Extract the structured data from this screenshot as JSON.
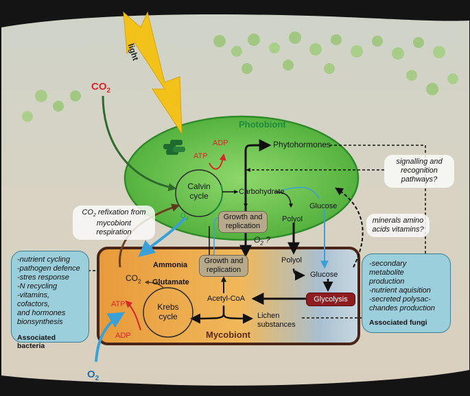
{
  "labels": {
    "light": "light",
    "co2_in": "CO",
    "co2_sub": "2",
    "photobiont": "Photobiont",
    "adp_top": "ADP",
    "atp_top": "ATP",
    "phytohormones": "Phytohormones",
    "calvin_cycle": "Calvin cycle",
    "carbohydrate": "Carbohydrate",
    "glucose_photo": "Glucose",
    "o2_photo": "O",
    "o2_photo_sub": "2",
    "growth_replication_photo": "Growth and replication",
    "polyol_photo": "Polyol",
    "o2_question": "O",
    "o2_question_sub": "2",
    "o2_question_mark": "?",
    "growth_replication_myco": "Growth and replication",
    "polyol_myco": "Polyol",
    "glucose_myco": "Glucose",
    "glycolysis": "Glycolysis",
    "acetyl_coa": "Acetyl-CoA",
    "ammonia": "Ammonia",
    "glutamate": "Glutamate",
    "co2_myco": "CO",
    "co2_myco_sub": "2",
    "atp_bottom": "ATP",
    "adp_bottom": "ADP",
    "krebs_cycle": "Krebs cycle",
    "lichen_substances": "Lichen substances",
    "mycobiont": "Mycobiont",
    "o2_in": "O",
    "o2_in_sub": "2"
  },
  "notes": {
    "signalling": "signalling and recognition pathways?",
    "minerals": "minerals amino acids vitamins?",
    "co2_refixation_pre": "CO",
    "co2_refixation_sub": "2",
    "co2_refixation_rest": " refixation from mycobiont respiration"
  },
  "bacteria_box": {
    "items": [
      "-nutrient cycling",
      "-pathogen defence",
      "-stres response",
      "-N  recycling",
      "-vitamins, cofactors,",
      "  and hormones",
      "bionsynthesis"
    ],
    "title": "Associated bacteria"
  },
  "fungi_box": {
    "items": [
      "-secondary metabolite",
      "  production",
      "-nutrient aquisition",
      "-secreted polysac-",
      "  chandes production"
    ],
    "title": "Associated fungi"
  },
  "colors": {
    "photobiont_fill": "#6cc44a",
    "photobiont_edge": "#2f8a2a",
    "mycobiont_fill": "#e8a64a",
    "mycobiont_edge": "#5a2a1a",
    "side_box": "#9ccfdc",
    "glycolysis_fill": "#8e1d22",
    "light_arrow": "#f2c21a",
    "co2_red": "#d8262a",
    "o2_blue": "#1f6fb0"
  }
}
